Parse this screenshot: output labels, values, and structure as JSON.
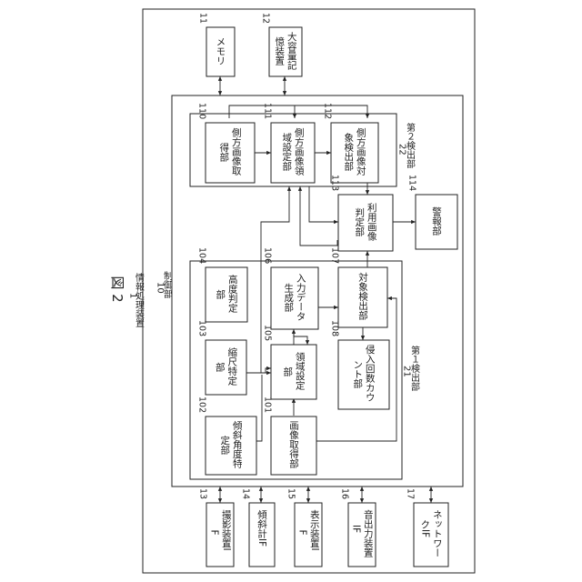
{
  "figure": {
    "title": "図 2",
    "device_label": "情報処理装置",
    "device_ref": "1",
    "control_label": "制御部",
    "control_ref": "10",
    "detector1_label": "第１検出部",
    "detector1_ref": "21",
    "detector2_label": "第２検出部",
    "detector2_ref": "22"
  },
  "top_blocks": [
    {
      "ref": "11",
      "label": "メモリ"
    },
    {
      "ref": "12",
      "label": "大容量記憶装置"
    }
  ],
  "detector2_blocks": [
    {
      "ref": "110",
      "label": "側方画像取得部"
    },
    {
      "ref": "111",
      "label": "側方画像領域設定部"
    },
    {
      "ref": "112",
      "label": "側方画像対象検出部"
    }
  ],
  "mid_blocks": [
    {
      "ref": "113",
      "label": "利用画像判定部"
    },
    {
      "ref": "114",
      "label": "警報部"
    }
  ],
  "detector1_blocks": [
    {
      "ref": "102",
      "label": "傾斜角度特定部"
    },
    {
      "ref": "103",
      "label": "縮尺特定部"
    },
    {
      "ref": "104",
      "label": "高度判定部"
    },
    {
      "ref": "101",
      "label": "画像取得部"
    },
    {
      "ref": "105",
      "label": "領域設定部"
    },
    {
      "ref": "106",
      "label": "入力データ生成部"
    },
    {
      "ref": "108",
      "label": "侵入回数カウント部"
    },
    {
      "ref": "107",
      "label": "対象検出部"
    }
  ],
  "interfaces": [
    {
      "ref": "13",
      "label": "撮影装置IF"
    },
    {
      "ref": "14",
      "label": "傾斜計IF"
    },
    {
      "ref": "15",
      "label": "表示装置IF"
    },
    {
      "ref": "16",
      "label": "音出力装置IF"
    },
    {
      "ref": "17",
      "label": "ネットワークIF"
    }
  ],
  "colors": {
    "line": "#222222",
    "background": "#ffffff"
  }
}
